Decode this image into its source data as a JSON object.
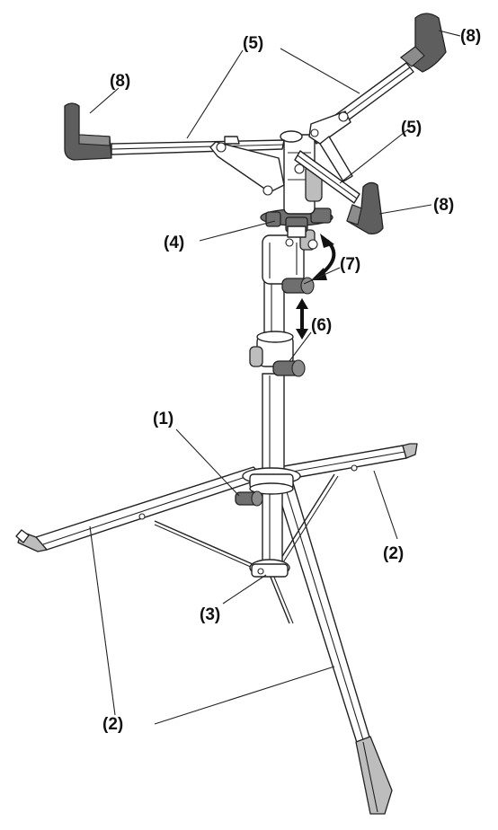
{
  "callouts": {
    "c1": "(1)",
    "c2a": "(2)",
    "c2b": "(2)",
    "c3": "(3)",
    "c4": "(4)",
    "c5a": "(5)",
    "c5b": "(5)",
    "c6": "(6)",
    "c7": "(7)",
    "c8a": "(8)",
    "c8b": "(8)",
    "c8c": "(8)"
  }
}
